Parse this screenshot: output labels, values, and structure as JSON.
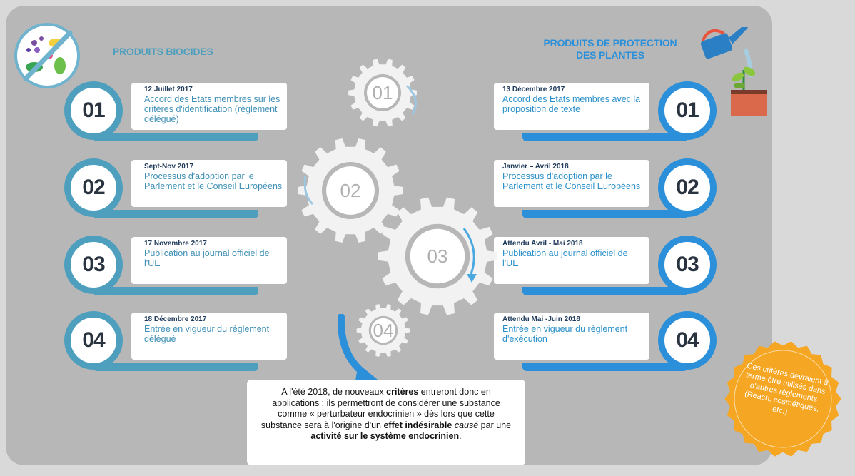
{
  "left": {
    "title": "PRODUITS BIOCIDES",
    "steps": [
      {
        "num": "01",
        "date": "12 Juillet 2017",
        "desc": "Accord des Etats membres sur les critères d'identification (règlement délégué)"
      },
      {
        "num": "02",
        "date": "Sept-Nov 2017",
        "desc": "Processus d'adoption par le Parlement et le Conseil Européens"
      },
      {
        "num": "03",
        "date": "17 Novembre 2017",
        "desc": "Publication au journal officiel de l'UE"
      },
      {
        "num": "04",
        "date": "18 Décembre 2017",
        "desc": "Entrée en vigueur du règlement délégué"
      }
    ]
  },
  "right": {
    "title_line1": "PRODUITS DE PROTECTION",
    "title_line2": "DES PLANTES",
    "steps": [
      {
        "num": "01",
        "date": "13 Décembre 2017",
        "desc": "Accord des Etats membres avec la proposition de texte"
      },
      {
        "num": "02",
        "date": "Janvier – Avril 2018",
        "desc": "Processus d'adoption par le Parlement et le Conseil Européens"
      },
      {
        "num": "03",
        "date": "Attendu Avril - Mai 2018",
        "desc": "Publication au journal officiel de l'UE"
      },
      {
        "num": "04",
        "date": "Attendu Mai -Juin 2018",
        "desc": "Entrée en vigueur du règlement d'exécution"
      }
    ]
  },
  "gears": [
    "01",
    "02",
    "03",
    "04"
  ],
  "note": {
    "p1": "A l'été 2018, de nouveaux ",
    "b1": "critères",
    "p2": " entreront donc en applications : ils permettront de considérer une substance comme « perturbateur endocrinien » dès lors que cette substance sera à l'origine d'un ",
    "b2": "effet indésirable",
    "i1": " causé",
    "p3": " par une ",
    "b3": "activité sur le système endocrinien",
    "p4": "."
  },
  "badge": "Ces critères devraient à terme être utilisés dans d'autres règlements (Reach, cosmétiques, etc.)",
  "colors": {
    "panel": "#b7b7b7",
    "left_accent": "#4e9fbe",
    "right_accent": "#2b90d9",
    "badge": "#f5a623",
    "gear": "#f2f2f2"
  },
  "icons": {
    "biocide": "crossed-out-bacteria-icon",
    "plant": "watering-can-plant-icon",
    "arrow": "curved-arrow-icon"
  }
}
